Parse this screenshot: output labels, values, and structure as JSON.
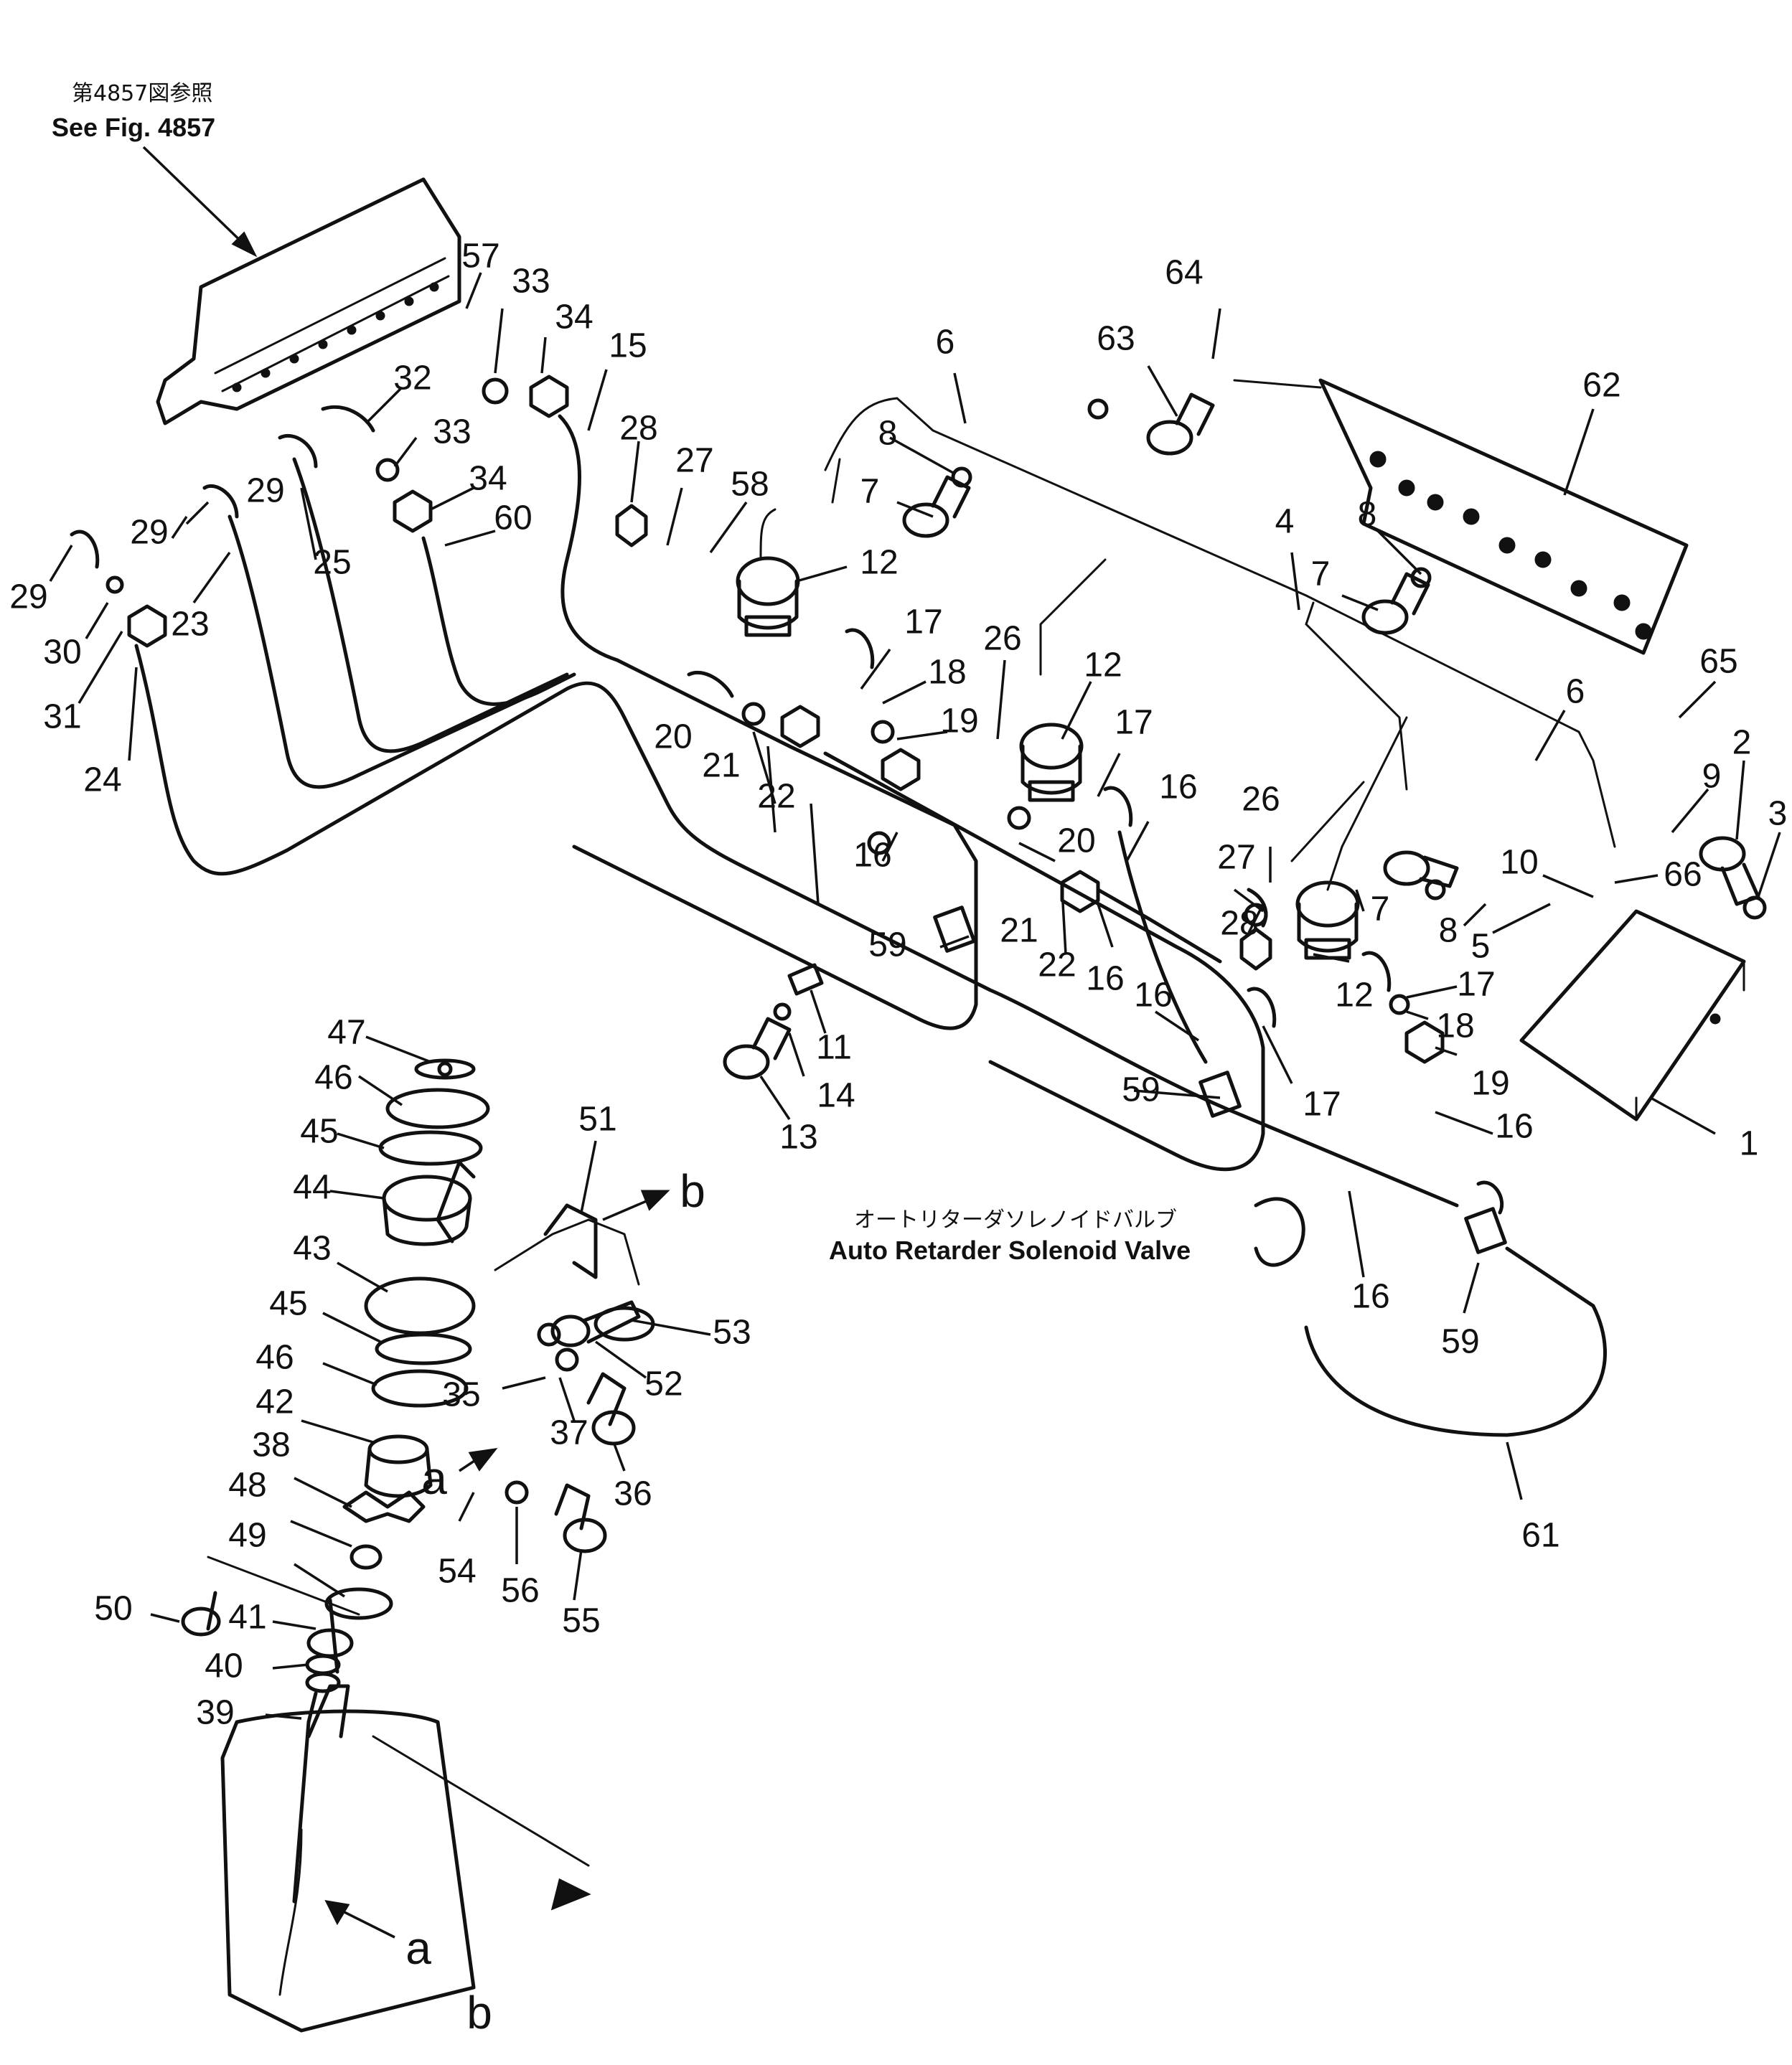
{
  "reference": {
    "japanese": "第4857図参照",
    "english": "See Fig. 4857"
  },
  "caption": {
    "japanese": "オートリターダソレノイドバルブ",
    "english": "Auto Retarder Solenoid Valve"
  },
  "letters": [
    "a",
    "b",
    "a",
    "b"
  ],
  "callouts": [
    {
      "id": "57",
      "label": "57"
    },
    {
      "id": "33",
      "label": "33"
    },
    {
      "id": "34",
      "label": "34"
    },
    {
      "id": "15",
      "label": "15"
    },
    {
      "id": "32",
      "label": "32"
    },
    {
      "id": "33b",
      "label": "33"
    },
    {
      "id": "34b",
      "label": "34"
    },
    {
      "id": "60",
      "label": "60"
    },
    {
      "id": "28",
      "label": "28"
    },
    {
      "id": "27",
      "label": "27"
    },
    {
      "id": "58",
      "label": "58"
    },
    {
      "id": "12",
      "label": "12"
    },
    {
      "id": "29a",
      "label": "29"
    },
    {
      "id": "29b",
      "label": "29"
    },
    {
      "id": "29c",
      "label": "29"
    },
    {
      "id": "30",
      "label": "30"
    },
    {
      "id": "31",
      "label": "31"
    },
    {
      "id": "24",
      "label": "24"
    },
    {
      "id": "23",
      "label": "23"
    },
    {
      "id": "25",
      "label": "25"
    },
    {
      "id": "6",
      "label": "6"
    },
    {
      "id": "8",
      "label": "8"
    },
    {
      "id": "7",
      "label": "7"
    },
    {
      "id": "64",
      "label": "64"
    },
    {
      "id": "63",
      "label": "63"
    },
    {
      "id": "62",
      "label": "62"
    },
    {
      "id": "4",
      "label": "4"
    },
    {
      "id": "8b",
      "label": "8"
    },
    {
      "id": "7b",
      "label": "7"
    },
    {
      "id": "6b",
      "label": "6"
    },
    {
      "id": "65",
      "label": "65"
    },
    {
      "id": "2",
      "label": "2"
    },
    {
      "id": "3",
      "label": "3"
    },
    {
      "id": "9",
      "label": "9"
    },
    {
      "id": "10",
      "label": "10"
    },
    {
      "id": "66",
      "label": "66"
    },
    {
      "id": "5",
      "label": "5"
    },
    {
      "id": "8c",
      "label": "8"
    },
    {
      "id": "7c",
      "label": "7"
    },
    {
      "id": "1",
      "label": "1"
    },
    {
      "id": "17",
      "label": "17"
    },
    {
      "id": "18",
      "label": "18"
    },
    {
      "id": "19",
      "label": "19"
    },
    {
      "id": "20",
      "label": "20"
    },
    {
      "id": "21",
      "label": "21"
    },
    {
      "id": "22",
      "label": "22"
    },
    {
      "id": "26",
      "label": "26"
    },
    {
      "id": "12b",
      "label": "12"
    },
    {
      "id": "17b",
      "label": "17"
    },
    {
      "id": "16",
      "label": "16"
    },
    {
      "id": "16b",
      "label": "16"
    },
    {
      "id": "20b",
      "label": "20"
    },
    {
      "id": "21b",
      "label": "21"
    },
    {
      "id": "22b",
      "label": "22"
    },
    {
      "id": "16c",
      "label": "16"
    },
    {
      "id": "59",
      "label": "59"
    },
    {
      "id": "26b",
      "label": "26"
    },
    {
      "id": "27b",
      "label": "27"
    },
    {
      "id": "28b",
      "label": "28"
    },
    {
      "id": "12c",
      "label": "12"
    },
    {
      "id": "17c",
      "label": "17"
    },
    {
      "id": "18b",
      "label": "18"
    },
    {
      "id": "19b",
      "label": "19"
    },
    {
      "id": "16d",
      "label": "16"
    },
    {
      "id": "16e",
      "label": "16"
    },
    {
      "id": "17d",
      "label": "17"
    },
    {
      "id": "59b",
      "label": "59"
    },
    {
      "id": "11",
      "label": "11"
    },
    {
      "id": "14",
      "label": "14"
    },
    {
      "id": "13",
      "label": "13"
    },
    {
      "id": "16f",
      "label": "16"
    },
    {
      "id": "59c",
      "label": "59"
    },
    {
      "id": "61",
      "label": "61"
    },
    {
      "id": "47",
      "label": "47"
    },
    {
      "id": "46",
      "label": "46"
    },
    {
      "id": "45",
      "label": "45"
    },
    {
      "id": "44",
      "label": "44"
    },
    {
      "id": "43",
      "label": "43"
    },
    {
      "id": "45b",
      "label": "45"
    },
    {
      "id": "46b",
      "label": "46"
    },
    {
      "id": "42",
      "label": "42"
    },
    {
      "id": "38",
      "label": "38"
    },
    {
      "id": "48",
      "label": "48"
    },
    {
      "id": "49",
      "label": "49"
    },
    {
      "id": "50",
      "label": "50"
    },
    {
      "id": "41",
      "label": "41"
    },
    {
      "id": "40",
      "label": "40"
    },
    {
      "id": "39",
      "label": "39"
    },
    {
      "id": "51",
      "label": "51"
    },
    {
      "id": "53",
      "label": "53"
    },
    {
      "id": "52",
      "label": "52"
    },
    {
      "id": "35",
      "label": "35"
    },
    {
      "id": "37",
      "label": "37"
    },
    {
      "id": "36",
      "label": "36"
    },
    {
      "id": "54",
      "label": "54"
    },
    {
      "id": "56",
      "label": "56"
    },
    {
      "id": "55",
      "label": "55"
    }
  ]
}
